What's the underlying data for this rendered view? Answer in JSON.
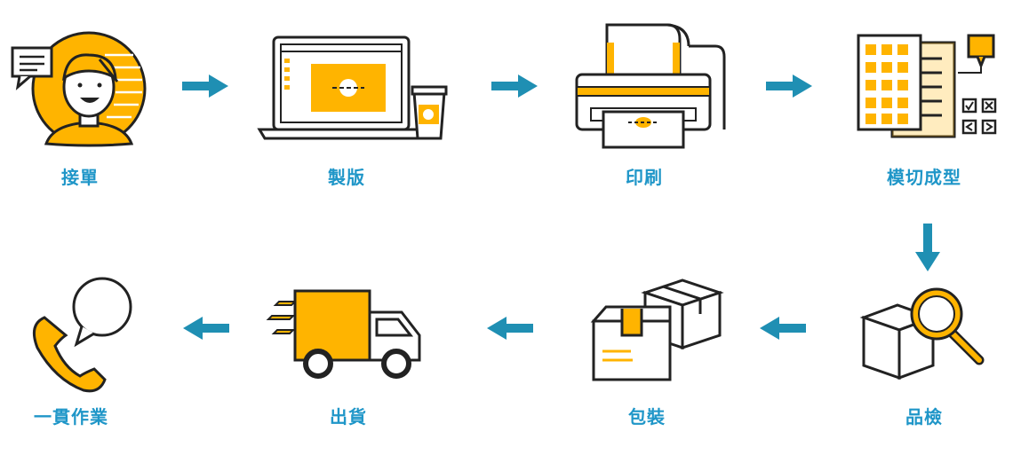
{
  "colors": {
    "accent": "#ffb400",
    "outline": "#222222",
    "arrow": "#1f8fb3",
    "label": "#1f96c8"
  },
  "steps": [
    {
      "label": "接單",
      "icon": "customer-service-icon"
    },
    {
      "label": "製版",
      "icon": "laptop-design-icon"
    },
    {
      "label": "印刷",
      "icon": "printer-icon"
    },
    {
      "label": "模切成型",
      "icon": "die-cut-sheet-icon"
    },
    {
      "label": "品檢",
      "icon": "inspection-icon"
    },
    {
      "label": "包裝",
      "icon": "packaging-boxes-icon"
    },
    {
      "label": "出貨",
      "icon": "delivery-truck-icon"
    },
    {
      "label": "一貫作業",
      "icon": "phone-chat-icon"
    }
  ]
}
